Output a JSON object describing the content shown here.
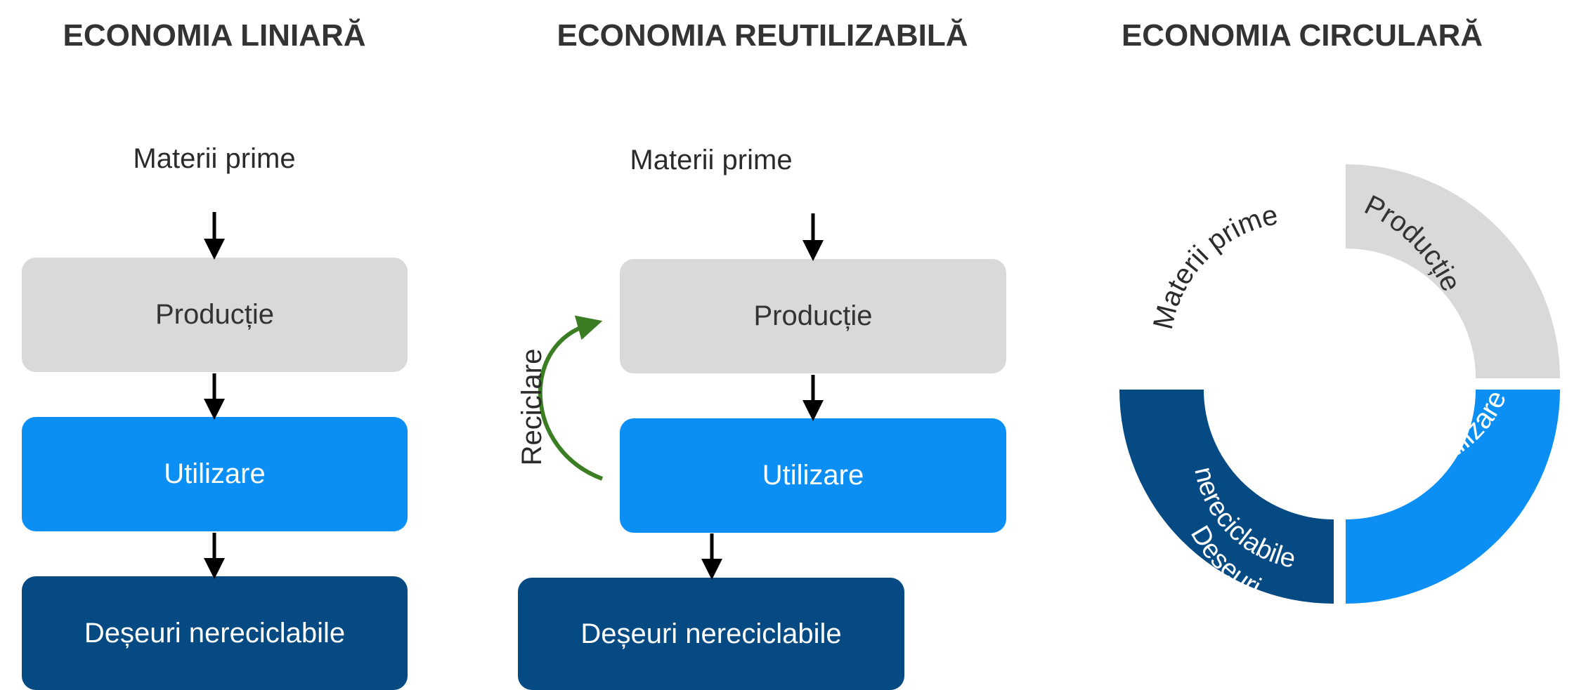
{
  "linear": {
    "title": "ECONOMIA LINIARĂ",
    "input_label": "Materii prime",
    "steps": [
      "Producție",
      "Utilizare",
      "Deșeuri nereciclabile"
    ]
  },
  "reusable": {
    "title": "ECONOMIA REUTILIZABILĂ",
    "input_label": "Materii prime",
    "steps": [
      "Producție",
      "Utilizare",
      "Deșeuri nereciclabile"
    ],
    "loop_label": "Reciclare"
  },
  "circular": {
    "title": "ECONOMIA CIRCULARĂ",
    "segments": {
      "materials": "Materii prime",
      "production": "Producție",
      "use": "Utilizare",
      "waste_line1": "Deșeuri",
      "waste_line2": "nereciclabile"
    }
  },
  "colors": {
    "production": "#d9d9d9",
    "use": "#0b8ff5",
    "waste": "#054a82",
    "recycle_arrow": "#3a7d22",
    "flow_arrow": "#000000"
  }
}
